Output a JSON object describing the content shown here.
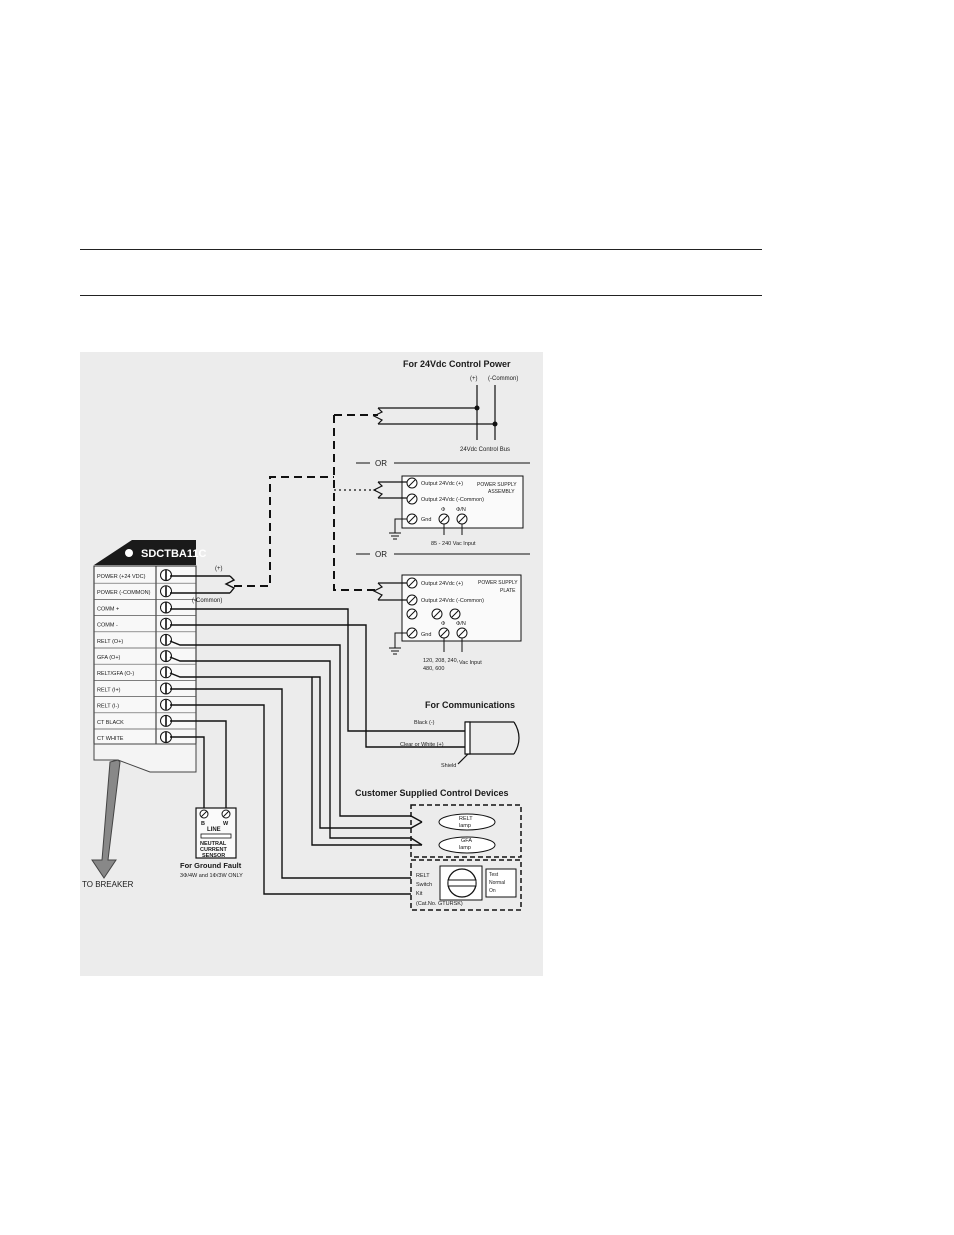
{
  "module": {
    "model": "SDCTBA11C",
    "terminals": [
      "POWER (+24 VDC)",
      "POWER (-COMMON)",
      "COMM +",
      "COMM -",
      "RELT (O+)",
      "GFA (O+)",
      "RELT/GFA (O-)",
      "RELT (I+)",
      "RELT (I-)",
      "CT BLACK",
      "CT WHITE"
    ],
    "power_plus": "(+)",
    "power_common": "(-Common)"
  },
  "control_power": {
    "title": "For 24Vdc Control Power",
    "plus": "(+)",
    "common": "(-Common)",
    "bus": "24Vdc Control Bus",
    "or": "OR"
  },
  "psu_assembly": {
    "out_plus": "Output 24Vdc (+)",
    "out_common": "Output 24Vdc (-Common)",
    "name_line1": "POWER SUPPLY",
    "name_line2": "ASSEMBLY",
    "gnd": "Gnd",
    "phase": "Φ",
    "phase_n": "Φ/N",
    "input": "85 - 240 Vac Input"
  },
  "psu_plate": {
    "out_plus": "Output 24Vdc (+)",
    "out_common": "Output 24Vdc (-Common)",
    "name_line1": "POWER SUPPLY",
    "name_line2": "PLATE",
    "gnd": "Gnd",
    "phase": "Φ",
    "phase_n": "Φ/N",
    "input_line1": "120, 208, 240,",
    "input_line2": "480, 600",
    "input_suffix": "Vac Input"
  },
  "communications": {
    "title": "For Communications",
    "black": "Black (-)",
    "clear": "Clear or White (+)",
    "shield": "Shield"
  },
  "customer_devices": {
    "title": "Customer Supplied Control Devices",
    "relt_lamp_1": "RELT",
    "relt_lamp_2": "lamp",
    "gfa_lamp_1": "GFA",
    "gfa_lamp_2": "lamp",
    "switch_1": "RELT",
    "switch_2": "Switch",
    "switch_3": "Kit",
    "switch_4": "(Cat.No.  GTURSK)",
    "pos_1": "Test",
    "pos_2": "Normal",
    "pos_3": "On"
  },
  "sensor": {
    "b": "B",
    "w": "W",
    "line": "LINE",
    "name_1": "NEUTRAL",
    "name_2": "CURRENT",
    "name_3": "SENSOR",
    "caption": "For Ground Fault",
    "note": "3Φ/4W and 1Φ/3W ONLY"
  },
  "breaker": {
    "label": "TO BREAKER"
  }
}
